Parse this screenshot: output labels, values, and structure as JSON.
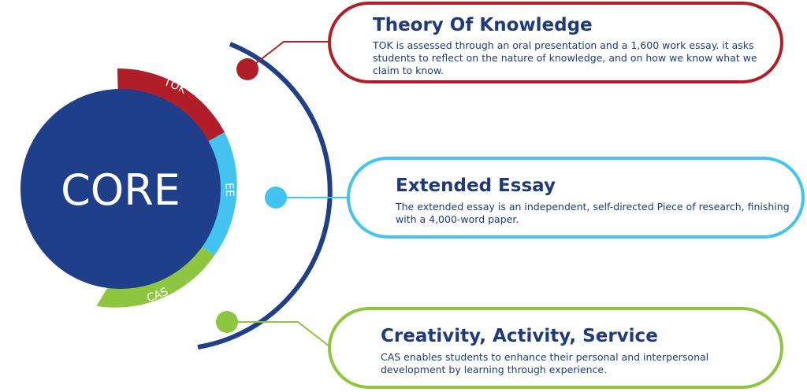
{
  "core": {
    "label": "CORE",
    "color": "#1f3f8a"
  },
  "ring_labels": {
    "tok": "TOK",
    "ee": "EE",
    "cas": "CAS"
  },
  "colors": {
    "tok": "#b01f28",
    "ee": "#43c3ef",
    "cas": "#8dc63f",
    "text": "#1f3a7a",
    "arc": "#1f3f8a"
  },
  "cards": {
    "tok": {
      "title": "Theory Of Knowledge",
      "description": "TOK is assessed through an oral presentation and a 1,600 work essay. it asks students to reflect on the nature of knowledge, and on how we know what we claim to know."
    },
    "ee": {
      "title": "Extended Essay",
      "description": "The extended essay is an independent, self-directed Piece of research, finishing with a 4,000-word paper."
    },
    "cas": {
      "title": "Creativity, Activity, Service",
      "description": "CAS enables students to enhance their personal and interpersonal development by learning through experience."
    }
  }
}
